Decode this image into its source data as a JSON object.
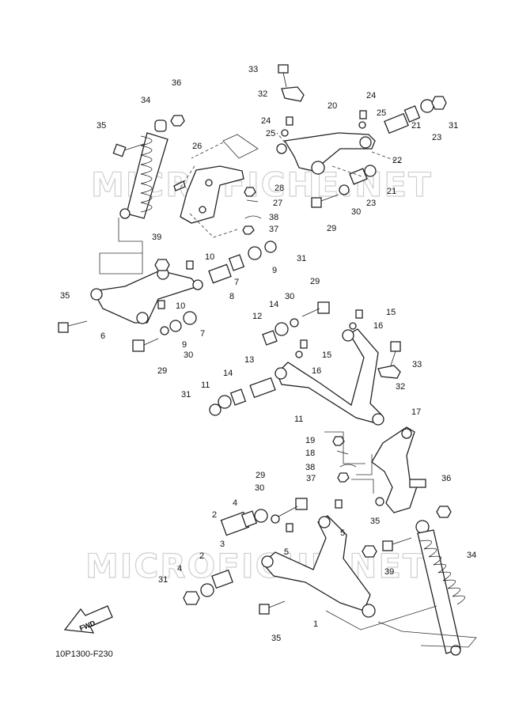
{
  "watermark": "MICROFICHE.NET",
  "diagram_code": "10P1300-F230",
  "fwd_label": "FWD",
  "part_numbers": [
    "1",
    "2",
    "3",
    "4",
    "5",
    "6",
    "7",
    "8",
    "9",
    "10",
    "11",
    "12",
    "13",
    "14",
    "15",
    "16",
    "17",
    "18",
    "19",
    "20",
    "21",
    "22",
    "23",
    "24",
    "25",
    "26",
    "27",
    "28",
    "29",
    "30",
    "31",
    "32",
    "33",
    "34",
    "35",
    "36",
    "37",
    "38",
    "39"
  ]
}
